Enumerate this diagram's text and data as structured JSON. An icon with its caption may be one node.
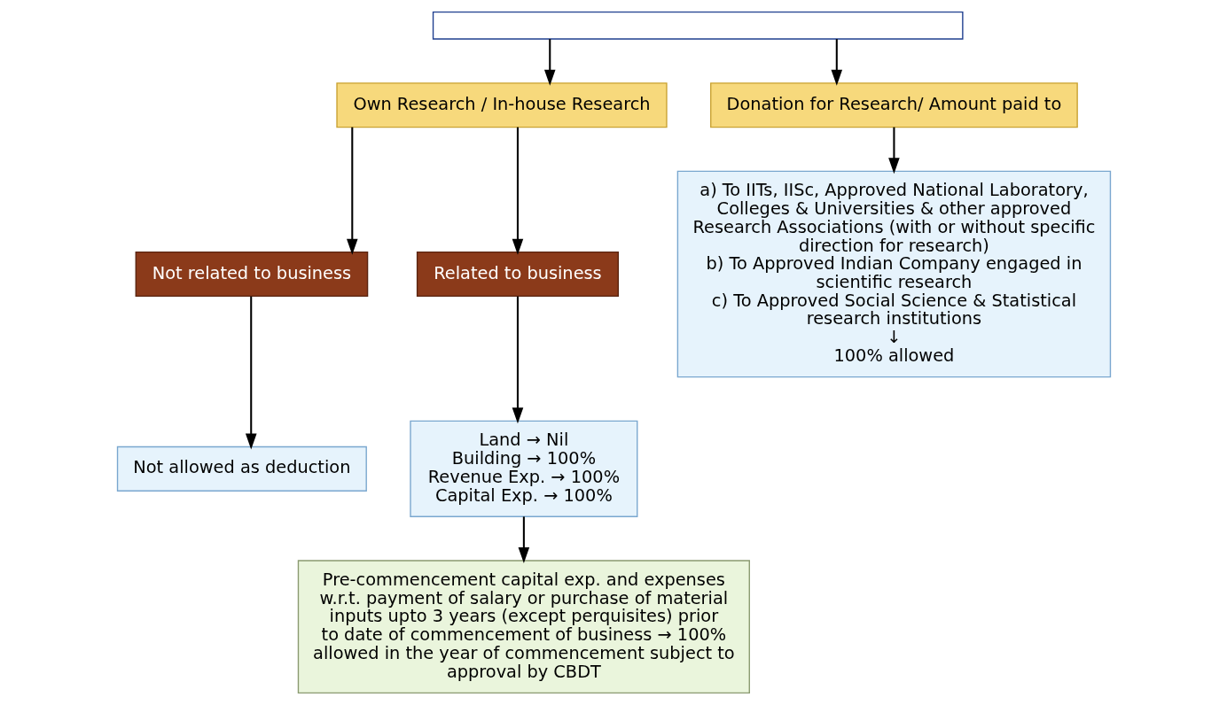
{
  "diagram": {
    "nodes": [
      {
        "text": [],
        "shape": "box"
      },
      {
        "text": [
          "Own Research / In-house Research"
        ]
      },
      {
        "text": [
          "Donation for Research/ Amount paid to"
        ]
      },
      {
        "text": [
          "Not related to business"
        ]
      },
      {
        "text": [
          "Related to business"
        ]
      },
      {
        "text": [
          "Not allowed as deduction"
        ]
      },
      {
        "text": [
          "Land → Nil",
          "Building → 100%",
          "Revenue Exp. → 100%",
          "Capital Exp. → 100%"
        ]
      },
      {
        "text": [
          "Pre-commencement capital exp. and expenses w.r.t. payment of salary or purchase of material inputs upto 3 years (except perquisites) prior to date of commencement of business → 100% allowed in the year of commencement subject to approval by CBDT"
        ]
      },
      {
        "text": [
          "a) To IITs, IISc, Approved National Laboratory, Colleges & Universities & other approved Research Associations (with or without specific direction for research)",
          "b) To Approved Indian Company engaged in scientific research",
          "c) To Approved Social Science & Statistical research institutions",
          "↓",
          "100% allowed"
        ]
      }
    ],
    "edges": [
      {
        "from": 0,
        "to": 1,
        "arrow": "to"
      },
      {
        "from": 0,
        "to": 2,
        "arrow": "to"
      },
      {
        "from": 1,
        "to": 3,
        "arrow": "to"
      },
      {
        "from": 1,
        "to": 4,
        "arrow": "to"
      },
      {
        "from": 3,
        "to": 5,
        "arrow": "to"
      },
      {
        "from": 4,
        "to": 6,
        "arrow": "to"
      },
      {
        "from": 6,
        "to": 7,
        "arrow": "to"
      },
      {
        "from": 2,
        "to": 8,
        "arrow": "to"
      }
    ]
  }
}
